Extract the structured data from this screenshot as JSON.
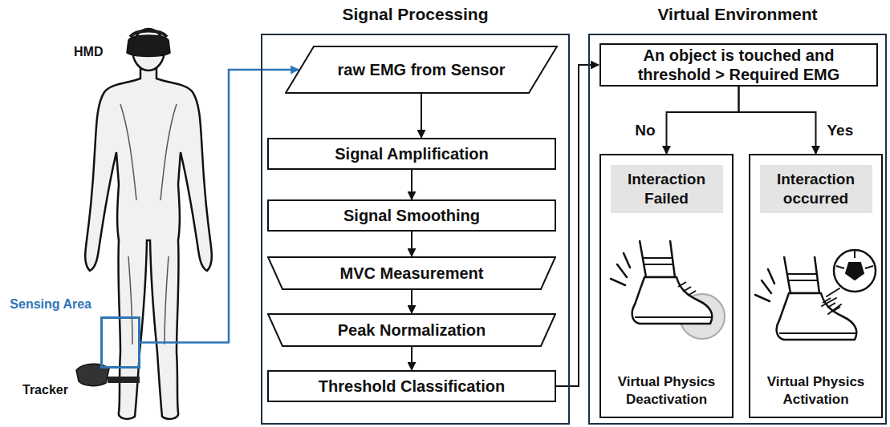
{
  "diagram": {
    "nodes": [
      {
        "text": [
          "Sensing Area"
        ]
      },
      {
        "text": [
          "Signal Processing"
        ]
      },
      {
        "text": [
          "raw EMG from Sensor"
        ],
        "in": 1
      },
      {
        "text": [
          "Signal Amplification"
        ],
        "in": 1
      },
      {
        "text": [
          "Signal Smoothing"
        ],
        "in": 1
      },
      {
        "text": [
          "MVC Measurement"
        ],
        "in": 1
      },
      {
        "text": [
          "Peak Normalization"
        ],
        "in": 1
      },
      {
        "text": [
          "Threshold Classification"
        ],
        "in": 1
      },
      {
        "text": [
          "Virtual Environment"
        ]
      },
      {
        "text": [
          "An object is touched and threshold > Required EMG"
        ],
        "in": 8
      },
      {
        "text": [
          "Interaction Failed",
          "Virtual Physics Deactivation"
        ],
        "in": 8
      },
      {
        "text": [
          "Interaction occurred",
          "Virtual Physics Activation"
        ],
        "in": 8
      }
    ],
    "edges": [
      {
        "from": 0,
        "to": 2,
        "arrow": "to"
      },
      {
        "from": 2,
        "to": 3,
        "arrow": "to"
      },
      {
        "from": 3,
        "to": 4,
        "arrow": "to"
      },
      {
        "from": 4,
        "to": 5,
        "arrow": "to"
      },
      {
        "from": 5,
        "to": 6,
        "arrow": "to"
      },
      {
        "from": 6,
        "to": 7,
        "arrow": "to"
      },
      {
        "from": 7,
        "to": 9,
        "arrow": "to"
      },
      {
        "from": 9,
        "to": 10,
        "label": "No",
        "arrow": "to"
      },
      {
        "from": 9,
        "to": 11,
        "label": "Yes",
        "arrow": "to"
      }
    ],
    "labels": [
      "HMD",
      "Tracker"
    ]
  }
}
